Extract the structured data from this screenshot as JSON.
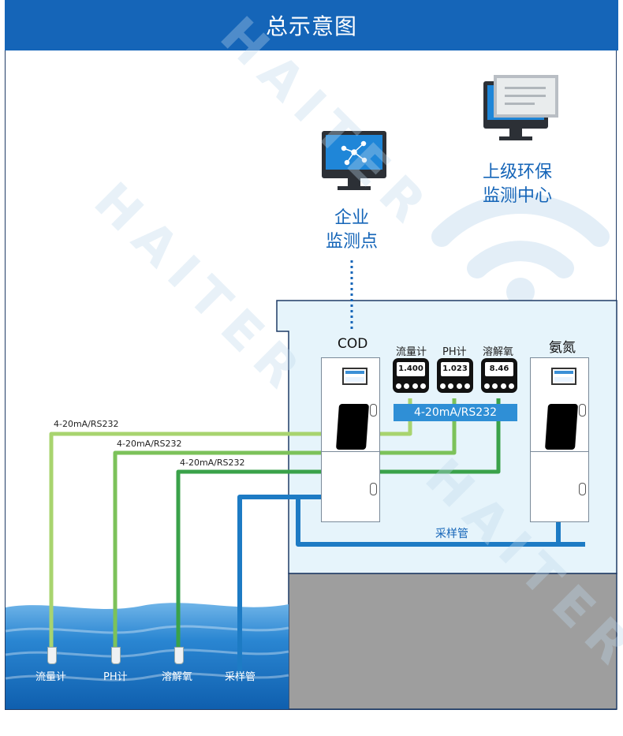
{
  "header": {
    "title": "总示意图"
  },
  "watermark": "HAITER",
  "nodes": {
    "enterprise": {
      "line1": "企业",
      "line2": "监测点"
    },
    "epa": {
      "line1": "上级环保",
      "line2": "监测中心"
    }
  },
  "station": {
    "cod_label": "COD",
    "ammonia_label": "氨氮",
    "meters": [
      {
        "label": "流量计",
        "value": "1.400"
      },
      {
        "label": "PH计",
        "value": "1.023"
      },
      {
        "label": "溶解氧",
        "value": "8.46"
      }
    ],
    "bus_label": "4-20mA/RS232",
    "pipe_label": "采样管"
  },
  "signal_labels": [
    "4-20mA/RS232",
    "4-20mA/RS232",
    "4-20mA/RS232"
  ],
  "sensors": [
    "流量计",
    "PH计",
    "溶解氧",
    "采样管"
  ],
  "colors": {
    "header": "#1565b8",
    "text_blue": "#1565b8",
    "line_flow": "#a8d46f",
    "line_ph": "#7cc25a",
    "line_do": "#3aa24a",
    "pipe": "#1d7bc4",
    "room": "#e6f4fb",
    "ground": "#9e9e9e",
    "water": "#1f78c6"
  }
}
